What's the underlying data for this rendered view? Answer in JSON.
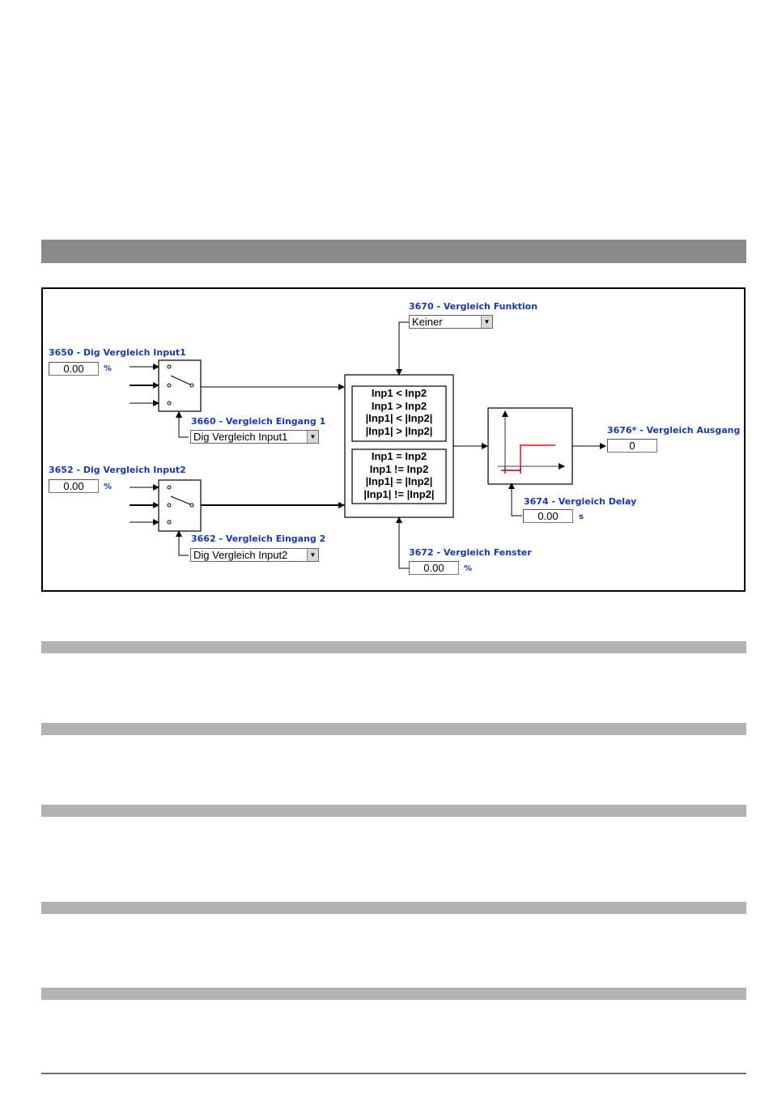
{
  "params": {
    "input1": {
      "label": "3650 - Dig Vergleich Input1",
      "value": "0.00",
      "unit": "%"
    },
    "input2": {
      "label": "3652 - Dig Vergleich Input2",
      "value": "0.00",
      "unit": "%"
    },
    "eingang1": {
      "label": "3660 - Vergleich Eingang 1",
      "value": "Dig Vergleich Input1"
    },
    "eingang2": {
      "label": "3662 - Vergleich Eingang 2",
      "value": "Dig Vergleich Input2"
    },
    "funktion": {
      "label": "3670 - Vergleich Funktion",
      "value": "Keiner"
    },
    "fenster": {
      "label": "3672 - Vergleich Fenster",
      "value": "0.00",
      "unit": "%"
    },
    "delay": {
      "label": "3674 - Vergleich Delay",
      "value": "0.00",
      "unit": "s"
    },
    "ausgang": {
      "label": "3676* - Vergleich Ausgang",
      "value": "0"
    }
  },
  "comparators": {
    "group1": [
      "Inp1 < Inp2",
      "Inp1 > Inp2",
      "|Inp1| < |Inp2|",
      "|Inp1| > |Inp2|"
    ],
    "group2": [
      "Inp1 = Inp2",
      "Inp1 != Inp2",
      "|Inp1| = |Inp2|",
      "|Inp1| != |Inp2|"
    ]
  },
  "icons": {
    "dropdown_arrow": "▼"
  },
  "colors": {
    "label_blue": "#1a3a9c",
    "header_bar": "#8a8a8a",
    "section_bar": "#b2b2b2"
  }
}
